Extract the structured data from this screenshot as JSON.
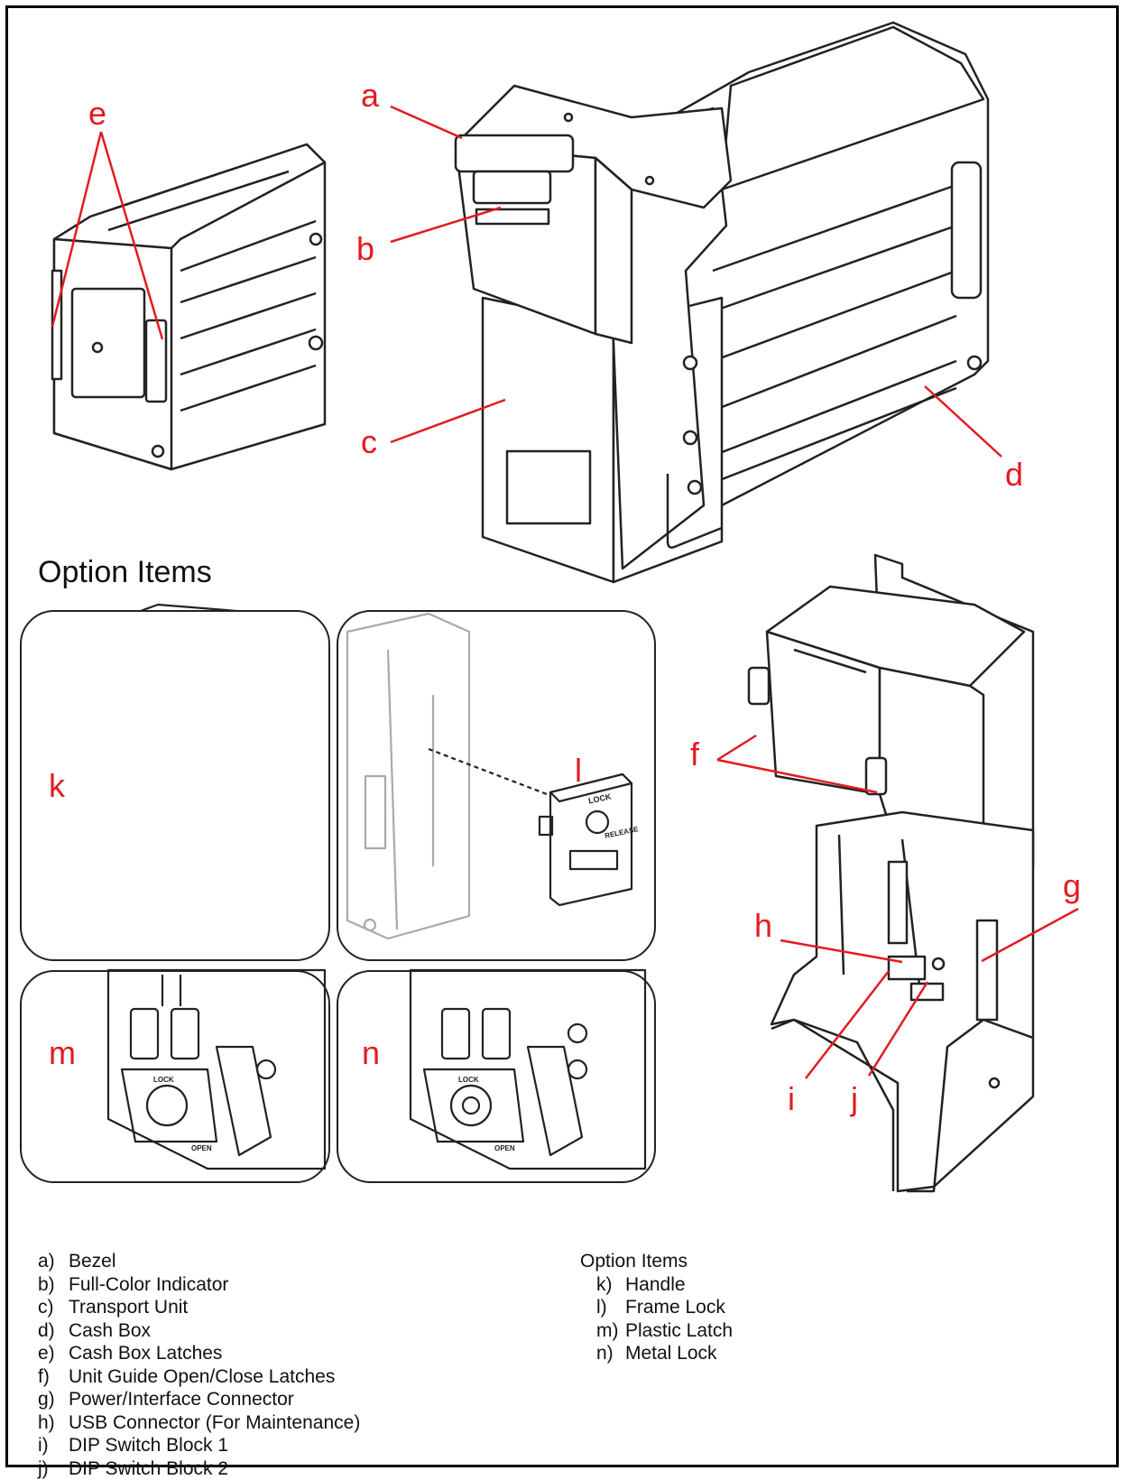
{
  "colors": {
    "callout": "#e21b22",
    "line": "#222222",
    "text": "#111111"
  },
  "callouts": {
    "a": "a",
    "b": "b",
    "c": "c",
    "d": "d",
    "e": "e",
    "f": "f",
    "g": "g",
    "h": "h",
    "i": "i",
    "j": "j",
    "k": "k",
    "l": "l",
    "m": "m",
    "n": "n"
  },
  "frame_lock_text": {
    "lock": "LOCK",
    "release": "RELEASE"
  },
  "lock_text": {
    "lock": "LOCK",
    "open": "OPEN"
  },
  "option_section_title": "Option Items",
  "legend": {
    "items": [
      {
        "key": "a)",
        "label": "Bezel"
      },
      {
        "key": "b)",
        "label": "Full-Color Indicator"
      },
      {
        "key": "c)",
        "label": "Transport Unit"
      },
      {
        "key": "d)",
        "label": "Cash Box"
      },
      {
        "key": "e)",
        "label": "Cash Box Latches"
      },
      {
        "key": "f)",
        "label": "Unit Guide Open/Close Latches"
      },
      {
        "key": "g)",
        "label": "Power/Interface Connector"
      },
      {
        "key": "h)",
        "label": "USB Connector (For Maintenance)"
      },
      {
        "key": "i)",
        "label": "DIP Switch Block 1"
      },
      {
        "key": "j)",
        "label": "DIP Switch Block 2"
      }
    ]
  },
  "option_legend": {
    "title": "Option Items",
    "items": [
      {
        "key": "k)",
        "label": "Handle"
      },
      {
        "key": "l)",
        "label": "Frame Lock"
      },
      {
        "key": "m)",
        "label": "Plastic Latch"
      },
      {
        "key": "n)",
        "label": "Metal Lock"
      }
    ]
  }
}
